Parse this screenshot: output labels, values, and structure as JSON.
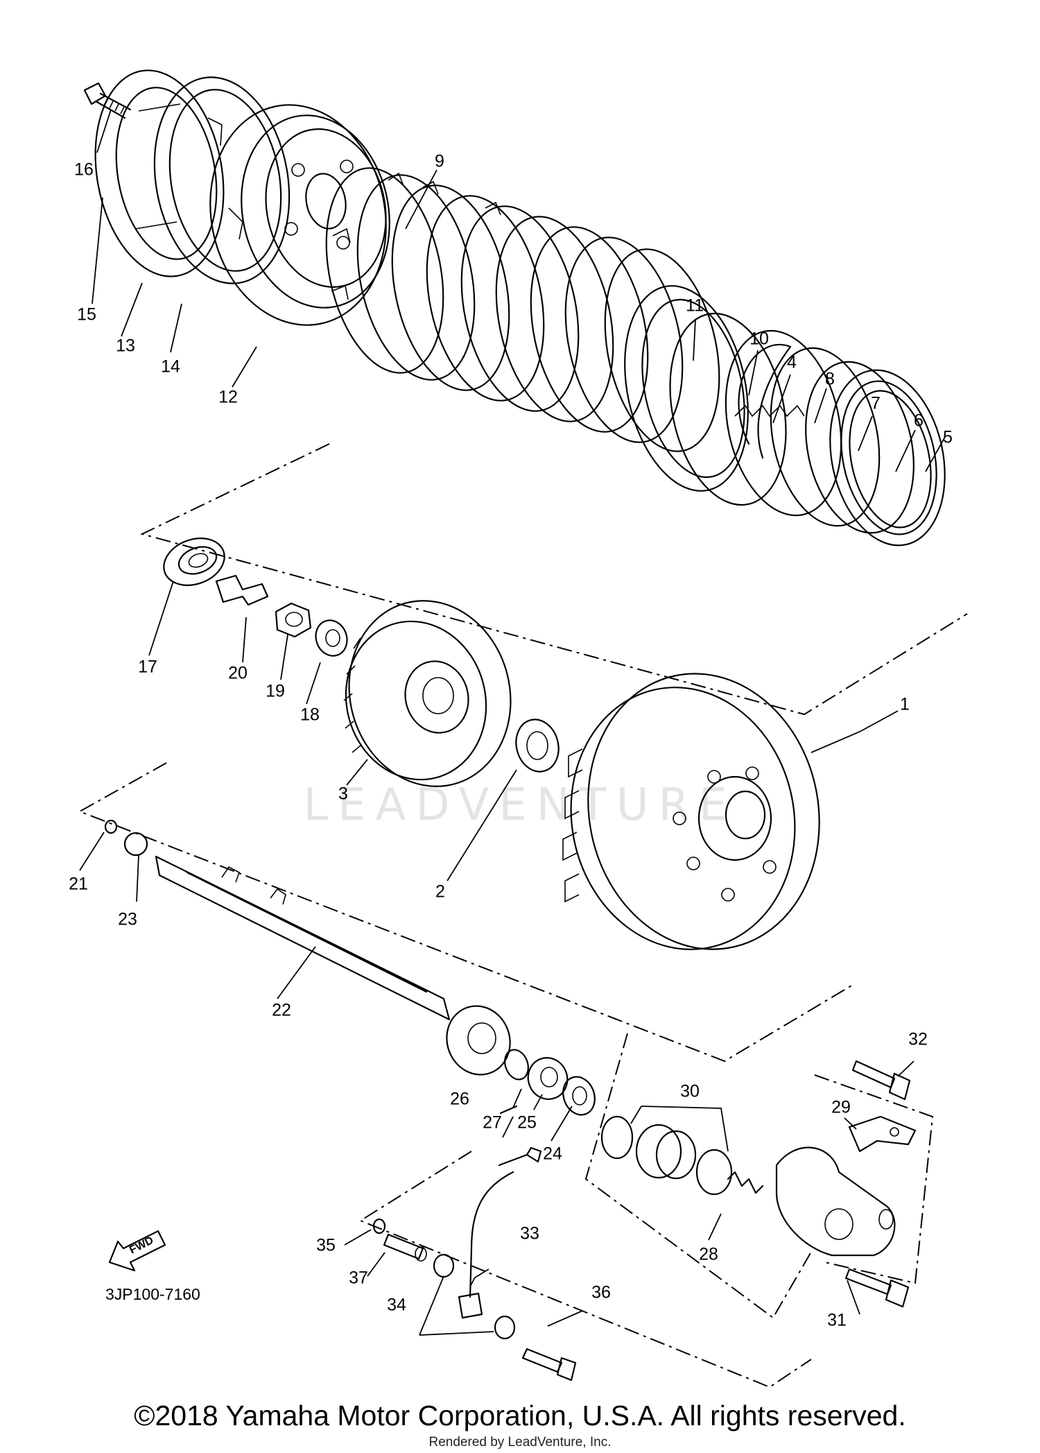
{
  "diagram": {
    "part_code": "3JP100-7160",
    "fwd_label": "FWD",
    "watermark": "LEADVENTURE",
    "callouts": [
      "1",
      "2",
      "3",
      "4",
      "5",
      "6",
      "7",
      "8",
      "9",
      "10",
      "11",
      "12",
      "13",
      "14",
      "15",
      "16",
      "17",
      "18",
      "19",
      "20",
      "21",
      "22",
      "23",
      "24",
      "25",
      "26",
      "27",
      "28",
      "29",
      "30",
      "31",
      "32",
      "33",
      "34",
      "35",
      "36",
      "37"
    ]
  },
  "footer": {
    "copyright": "©2018 Yamaha Motor Corporation, U.S.A. All rights reserved.",
    "rendered_by": "Rendered by LeadVenture, Inc."
  }
}
